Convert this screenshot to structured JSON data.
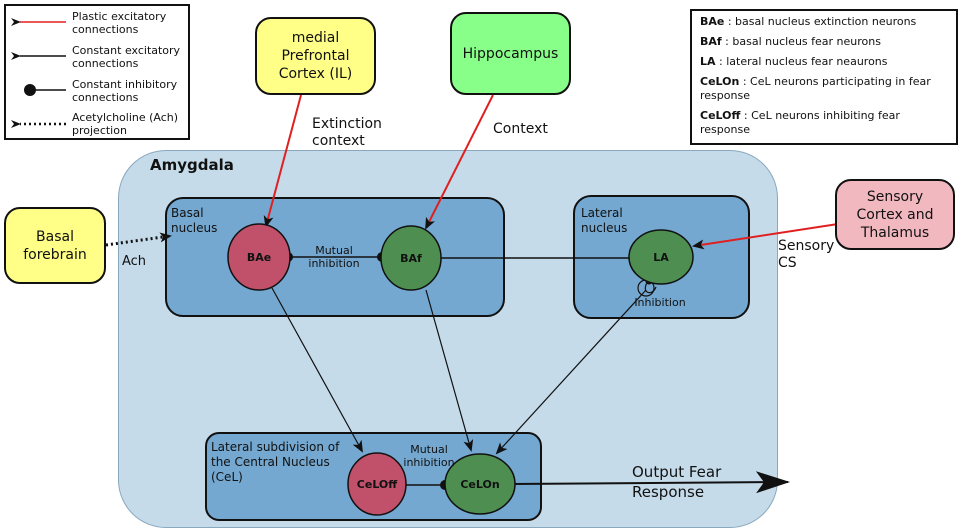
{
  "legend": {
    "plastic_excitatory": "Plastic excitatory connections",
    "constant_excitatory": "Constant excitatory connections",
    "constant_inhibitory": "Constant inhibitory connections",
    "acetylcholine": "Acetylcholine (Ach) projection"
  },
  "key": [
    {
      "abbr": "BAe",
      "desc": " : basal nucleus extinction neurons"
    },
    {
      "abbr": "BAf",
      "desc": " : basal nucleus fear neurons"
    },
    {
      "abbr": "LA",
      "desc": " : lateral nucleus fear neaurons"
    },
    {
      "abbr": "CeLOn",
      "desc": " : CeL neurons participating in fear response"
    },
    {
      "abbr": "CeLOff",
      "desc": " : CeL neurons inhibiting fear response"
    }
  ],
  "inputs": {
    "mpfc": "medial Prefrontal Cortex (IL)",
    "hippocampus": "Hippocampus",
    "basal_forebrain": "Basal forebrain",
    "sensory": "Sensory Cortex and Thalamus"
  },
  "annotations": {
    "extinction_context": "Extinction context",
    "context": "Context",
    "sensory_cs": "Sensory CS",
    "ach": "Ach",
    "mutual_inhibition_top": "Mutual inhibition",
    "mutual_inhibition_bottom": "Mutual inhibition",
    "inhibition": "Inhibition",
    "output": "Output Fear Response"
  },
  "regions": {
    "amygdala": "Amygdala",
    "basal_nucleus": "Basal nucleus",
    "lateral_nucleus": "Lateral nucleus",
    "cel": "Lateral subdivision of the Central Nucleus (CeL)"
  },
  "neurons": {
    "bae": "BAe",
    "baf": "BAf",
    "la": "LA",
    "celoff": "CeLOff",
    "celon": "CeLOn"
  },
  "colors": {
    "amygdala_fill": "#c5dbea",
    "region_fill": "#74a8d0",
    "extinction_neuron": "#c1506b",
    "fear_neuron": "#4e8f51",
    "yellow_box": "#ffff88",
    "green_box": "#88ff88",
    "pink_box": "#f1b8c0",
    "plastic_arrow": "#e02020"
  }
}
